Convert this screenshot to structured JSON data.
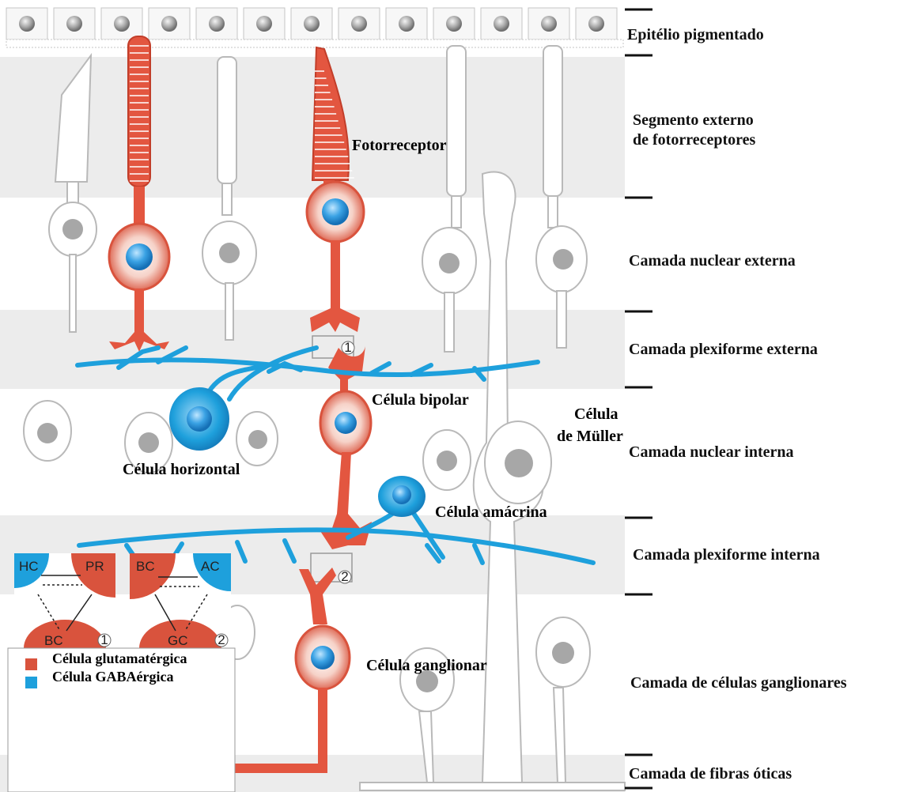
{
  "colors": {
    "glutamatergic": "#d9533d",
    "gabaergic": "#1ea0dc",
    "layer_band": "#ececec",
    "cell_outline": "#b9b9b9"
  },
  "layers": [
    "Epitélio pigmentado",
    "Segmento externo",
    "de fotorreceptores",
    "Camada nuclear externa",
    "Camada plexiforme externa",
    "Camada nuclear interna",
    "Camada plexiforme interna",
    "Camada de células ganglionares",
    "Camada de fibras óticas"
  ],
  "cells": {
    "photoreceptor": "Fotorreceptor",
    "bipolar": "Célula bipolar",
    "horizontal": "Célula horizontal",
    "muller_line1": "Célula",
    "muller_line2": "de Müller",
    "amacrine": "Célula amácrina",
    "ganglion": "Célula ganglionar"
  },
  "synapse_markers": [
    "1",
    "2"
  ],
  "inset1": {
    "top_left": "HC",
    "top_right": "PR",
    "bottom": "BC",
    "number": "1"
  },
  "inset2": {
    "top_left": "BC",
    "top_right": "AC",
    "bottom": "GC",
    "number": "2"
  },
  "legend": {
    "items": [
      {
        "label": "Célula glutamatérgica",
        "color": "#d9533d"
      },
      {
        "label": "Célula GABAérgica",
        "color": "#1ea0dc"
      }
    ]
  }
}
